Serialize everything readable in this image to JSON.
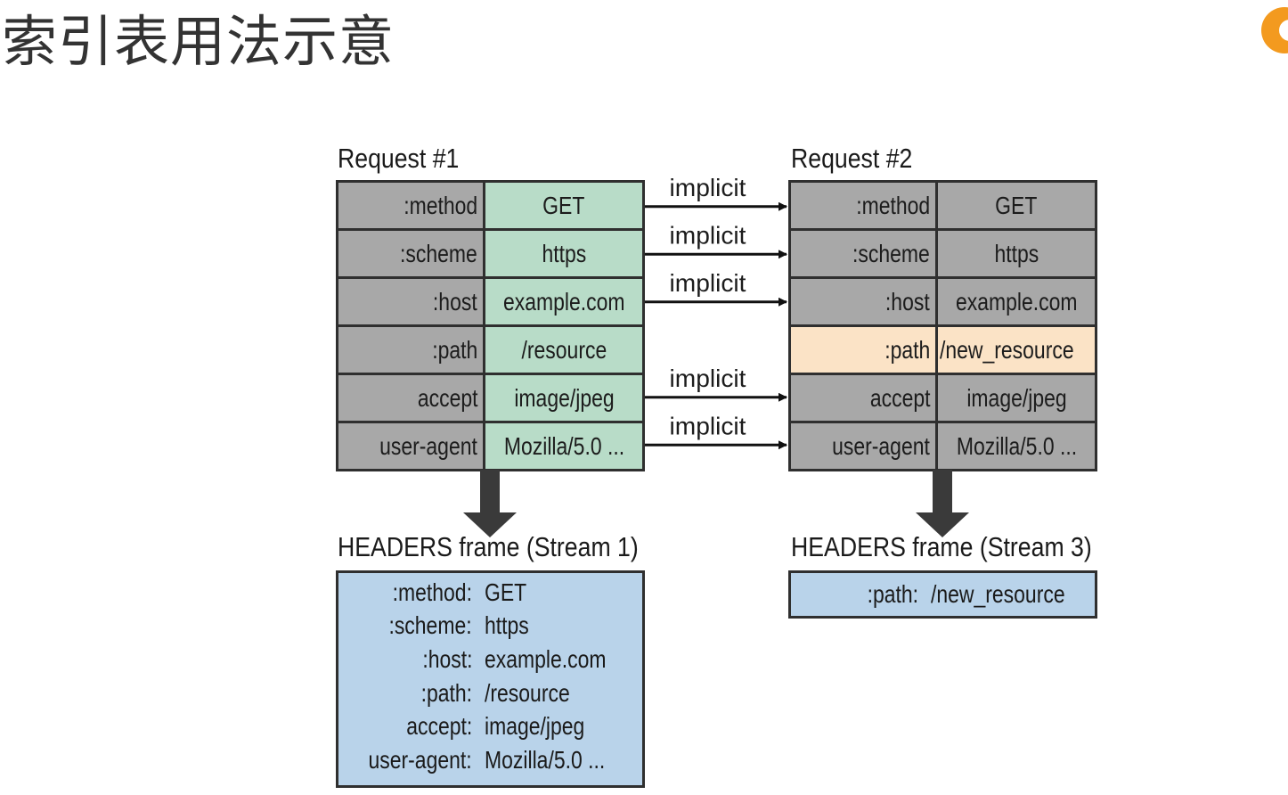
{
  "title": "索引表用法示意",
  "colors": {
    "header_name_gray": "#a8a8a8",
    "request1_value_green": "#b8dcc8",
    "changed_peach": "#fbe3c6",
    "frame_blue": "#b9d3ea",
    "border_dark": "#2f2f2f",
    "logo_orange": "#f39a1f"
  },
  "request1": {
    "label": "Request #1",
    "rows": [
      {
        "name": ":method",
        "value": "GET"
      },
      {
        "name": ":scheme",
        "value": "https"
      },
      {
        "name": ":host",
        "value": "example.com"
      },
      {
        "name": ":path",
        "value": "/resource"
      },
      {
        "name": "accept",
        "value": "image/jpeg"
      },
      {
        "name": "user-agent",
        "value": "Mozilla/5.0 ..."
      }
    ]
  },
  "request2": {
    "label": "Request #2",
    "rows": [
      {
        "name": ":method",
        "value": "GET"
      },
      {
        "name": ":scheme",
        "value": "https"
      },
      {
        "name": ":host",
        "value": "example.com"
      },
      {
        "name": ":path",
        "value": "/new_resource"
      },
      {
        "name": "accept",
        "value": "image/jpeg"
      },
      {
        "name": "user-agent",
        "value": "Mozilla/5.0 ..."
      }
    ]
  },
  "implicit": {
    "label": "implicit",
    "rows": [
      0,
      1,
      2,
      4,
      5
    ]
  },
  "frame1": {
    "label": "HEADERS frame (Stream 1)",
    "rows": [
      {
        "key": ":method:",
        "value": "GET"
      },
      {
        "key": ":scheme:",
        "value": "https"
      },
      {
        "key": ":host:",
        "value": "example.com"
      },
      {
        "key": ":path:",
        "value": "/resource"
      },
      {
        "key": "accept:",
        "value": "image/jpeg"
      },
      {
        "key": "user-agent:",
        "value": "Mozilla/5.0 ..."
      }
    ]
  },
  "frame3": {
    "label": "HEADERS frame (Stream 3)",
    "rows": [
      {
        "key": ":path:",
        "value": "/new_resource"
      }
    ]
  }
}
